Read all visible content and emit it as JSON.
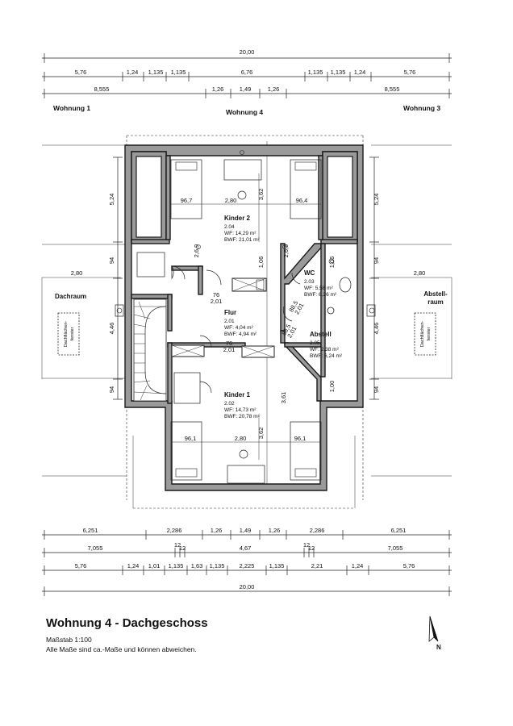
{
  "dims": {
    "top_total": "20,00",
    "top_row2": [
      "5,76",
      "1,24",
      "1,135",
      "1,135",
      "6,76",
      "1,135",
      "1,135",
      "1,24",
      "5,76"
    ],
    "top_row3": [
      "8,555",
      "1,26",
      "1,49",
      "1,26",
      "8,555"
    ],
    "bottom_row1": [
      "6,251",
      "2,286",
      "1,26",
      "1,49",
      "1,26",
      "2,286",
      "6,251"
    ],
    "bottom_row2": [
      "7,055",
      "12",
      "12",
      "4,67",
      "12",
      "12",
      "7,055"
    ],
    "bottom_row3": [
      "5,76",
      "1,24",
      "1,01",
      "1,135",
      "1,63",
      "1,135",
      "2,225",
      "1,135",
      "2,21",
      "1,24",
      "5,76"
    ],
    "bottom_total": "20,00",
    "side_left": [
      "5,24",
      "94",
      "4,46",
      "94"
    ],
    "side_right": [
      "5,24",
      "94",
      "4,46",
      "94"
    ],
    "outer_left": "2,80",
    "outer_right": "2,80",
    "inner_marks": [
      "96,7",
      "2,80",
      "3,62",
      "96,4",
      "2,6,9",
      "2,6,9",
      "1,06",
      "1,06",
      "76",
      "2,01",
      "76",
      "2,01",
      "88,5",
      "2,01",
      "88,5",
      "2,01",
      "3,61",
      "1,00",
      "96,1",
      "2,80",
      "3,62",
      "96,1"
    ]
  },
  "units": {
    "left": "Wohnung 1",
    "center": "Wohnung 4",
    "right": "Wohnung 3"
  },
  "rooms": {
    "kinder2": {
      "name": "Kinder 2",
      "num": "2.04",
      "wf": "WF:  14,29 m²",
      "bwf": "BWF: 21,01 m²"
    },
    "flur": {
      "name": "Flur",
      "num": "2.01",
      "wf": "WF:  4,04 m²",
      "bwf": "BWF: 4,94 m²"
    },
    "kinder1": {
      "name": "Kinder 1",
      "num": "2.02",
      "wf": "WF:  14,73 m²",
      "bwf": "BWF: 20,78 m²"
    },
    "wc": {
      "name": "WC",
      "num": "2.03",
      "wf": "WF:  5,58 m²",
      "bwf": "BWF: 6,26 m²"
    },
    "abstell": {
      "name": "Abstell",
      "num": "2.05",
      "wf": "WF:  2,38 m²",
      "bwf": "BWF: 6,24 m²"
    },
    "dachraum": {
      "name": "Dachraum"
    },
    "abstellraum": {
      "line1": "Abstell-",
      "line2": "raum"
    },
    "fenster": {
      "line1": "Dachflächen-",
      "line2": "fenster"
    }
  },
  "footer": {
    "title": "Wohnung 4 - Dachgeschoss",
    "scale": "Maßstab 1:100",
    "note": "Alle Maße sind ca.-Maße und können abweichen."
  },
  "north": {
    "label": "N"
  }
}
